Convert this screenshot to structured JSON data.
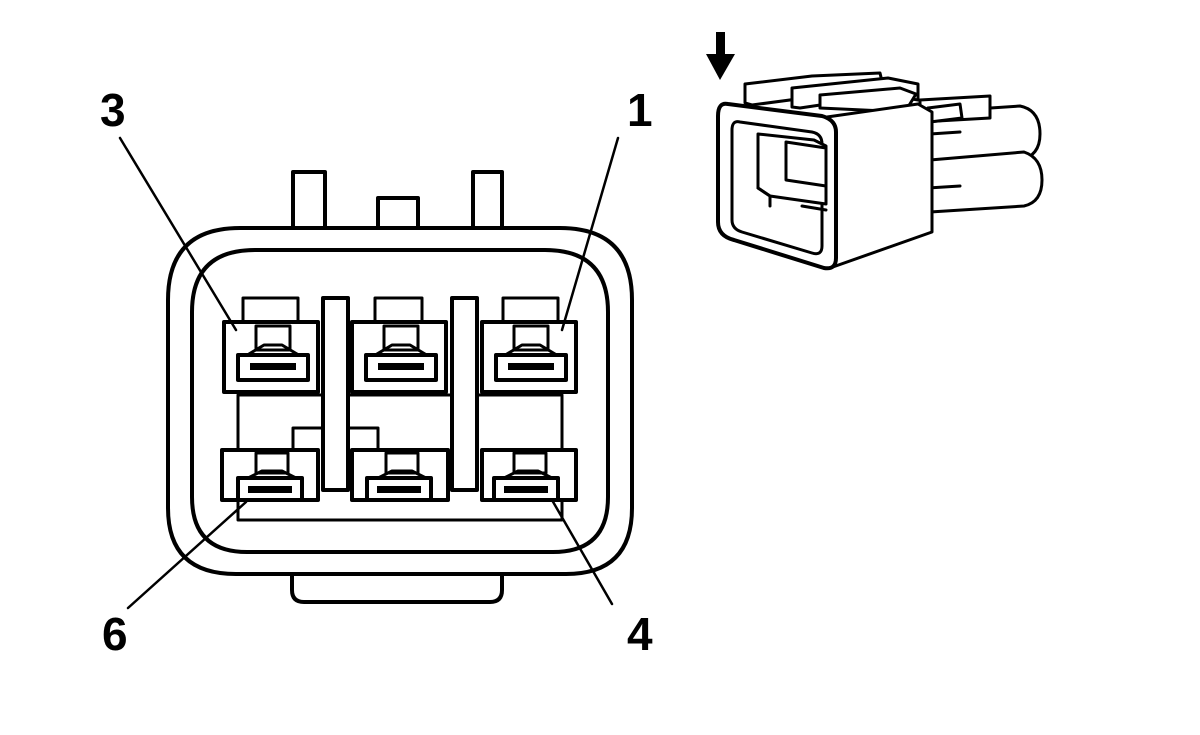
{
  "diagram": {
    "pin_labels": {
      "pin_1": "1",
      "pin_3": "3",
      "pin_4": "4",
      "pin_6": "6"
    },
    "colors": {
      "line": "#000000",
      "background": "#ffffff"
    }
  }
}
